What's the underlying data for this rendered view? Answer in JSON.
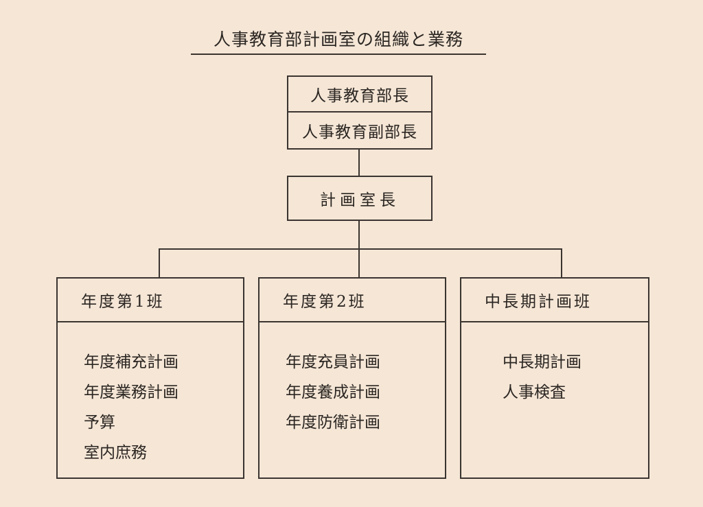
{
  "title": "人事教育部計画室の組織と業務",
  "top_box": {
    "head": "人事教育部長",
    "deputy": "人事教育副部長"
  },
  "office_chief": "計画室長",
  "teams": [
    {
      "name": "年度第1班",
      "duties": [
        "年度補充計画",
        "年度業務計画",
        "予算",
        "室内庶務"
      ]
    },
    {
      "name": "年度第2班",
      "duties": [
        "年度充員計画",
        "年度養成計画",
        "年度防衛計画"
      ]
    },
    {
      "name": "中長期計画班",
      "duties": [
        "中長期計画",
        "人事検査"
      ]
    }
  ]
}
